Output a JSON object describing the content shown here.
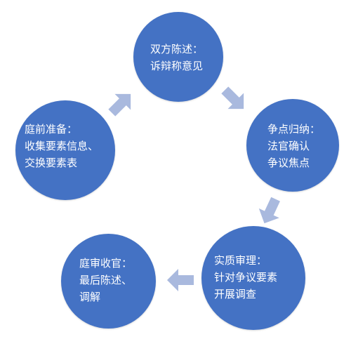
{
  "diagram": {
    "colors": {
      "node_fill": "#4472c4",
      "node_text": "#ffffff",
      "arrow_fill": "#a9b9de",
      "background": "#ffffff"
    },
    "nodes": [
      {
        "id": "top",
        "lines": [
          "双方陈述：",
          "诉辩称意见"
        ]
      },
      {
        "id": "right",
        "lines": [
          "争点归纳：",
          "法官确认",
          "争议焦点"
        ]
      },
      {
        "id": "bottom-right",
        "lines": [
          "实质审理：",
          "针对争议要素",
          "开展调查"
        ]
      },
      {
        "id": "bottom-left",
        "lines": [
          "庭审收官：",
          "最后陈述、",
          "调解"
        ]
      },
      {
        "id": "left",
        "lines": [
          "庭前准备：",
          "收集要素信息、",
          "交换要素表"
        ]
      }
    ],
    "edges": [
      {
        "from": "left",
        "to": "top"
      },
      {
        "from": "top",
        "to": "right"
      },
      {
        "from": "right",
        "to": "bottom-right"
      },
      {
        "from": "bottom-right",
        "to": "bottom-left"
      }
    ]
  }
}
